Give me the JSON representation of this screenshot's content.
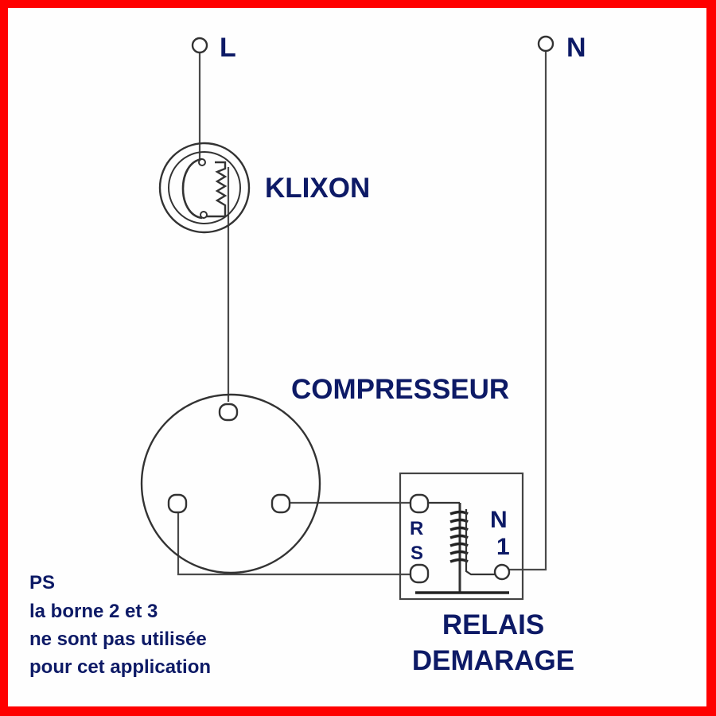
{
  "terminals": {
    "line": "L",
    "neutral": "N"
  },
  "components": {
    "klixon": "KLIXON",
    "compressor": "COMPRESSEUR",
    "relay_line1": "RELAIS",
    "relay_line2": "DEMARAGE"
  },
  "relay_terminals": {
    "r": "R",
    "s": "S",
    "n": "N",
    "one": "1"
  },
  "note": {
    "line1": "PS",
    "line2": "la borne 2 et 3",
    "line3": "ne sont pas utilisée",
    "line4": "pour cet application"
  },
  "colors": {
    "frame": "#ff0000",
    "label": "#0d1a66",
    "wire": "#4a4a4a"
  }
}
